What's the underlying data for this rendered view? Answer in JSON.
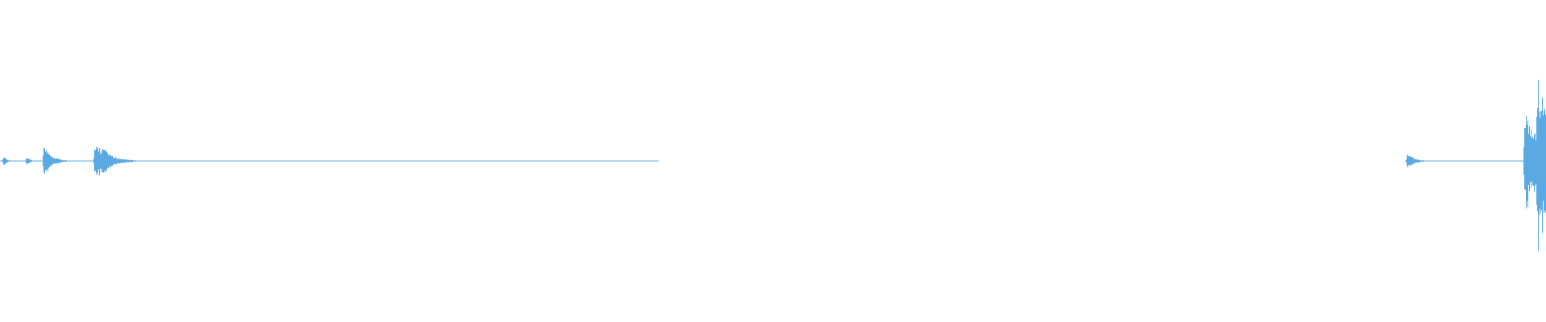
{
  "waveform": {
    "color": "#5aa9e2",
    "background": "#ffffff",
    "duration": 100,
    "segments": [
      {
        "start": 0.0,
        "end": 42.6
      },
      {
        "start": 90.9,
        "end": 100.0
      }
    ],
    "events": [
      {
        "t": 0.2,
        "amp": 0.06,
        "decay": 0.6
      },
      {
        "t": 1.7,
        "amp": 0.05,
        "decay": 0.6
      },
      {
        "t": 2.8,
        "amp": 0.17,
        "decay": 1.4
      },
      {
        "t": 6.1,
        "amp": 0.19,
        "decay": 2.5
      },
      {
        "t": 6.6,
        "amp": 0.16,
        "decay": 1.8
      },
      {
        "t": 91.0,
        "amp": 0.09,
        "decay": 1.2
      },
      {
        "t": 98.6,
        "amp": 0.55,
        "decay": 3.0
      },
      {
        "t": 99.4,
        "amp": 0.95,
        "decay": 3.0
      }
    ],
    "floor": 0.004
  }
}
